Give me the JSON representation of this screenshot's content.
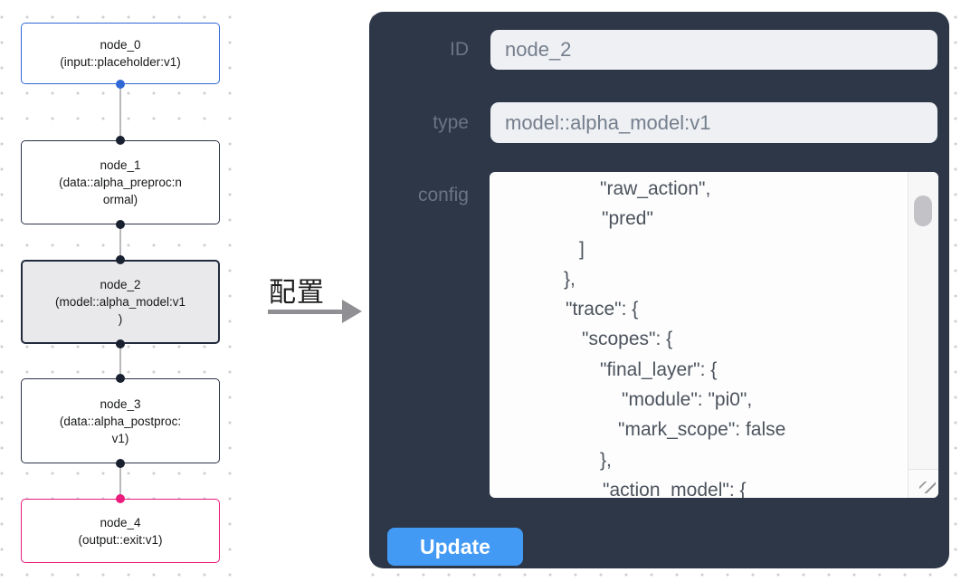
{
  "canvas": {
    "nodes": [
      {
        "id": "node_0",
        "title": "node_0",
        "subtitle_lines": [
          "(input::placeholder:v1)"
        ],
        "border_color": "#3069d6",
        "state": "normal"
      },
      {
        "id": "node_1",
        "title": "node_1",
        "subtitle_lines": [
          "(data::alpha_preproc:n",
          "ormal)"
        ],
        "border_color": "#2b3247",
        "state": "normal"
      },
      {
        "id": "node_2",
        "title": "node_2",
        "subtitle_lines": [
          "(model::alpha_model:v1",
          ")"
        ],
        "border_color": "#222b3d",
        "state": "selected"
      },
      {
        "id": "node_3",
        "title": "node_3",
        "subtitle_lines": [
          "(data::alpha_postproc:",
          "v1)"
        ],
        "border_color": "#2b3247",
        "state": "normal"
      },
      {
        "id": "node_4",
        "title": "node_4",
        "subtitle_lines": [
          "(output::exit:v1)"
        ],
        "border_color": "#ea1c7c",
        "state": "normal"
      }
    ],
    "edge_color": "#b9b9bd",
    "handle_color": "#19202f"
  },
  "annotation": {
    "label": "配置"
  },
  "panel": {
    "background_color": "#2d3748",
    "fields": [
      {
        "label": "ID",
        "value": "node_2"
      },
      {
        "label": "type",
        "value": "model::alpha_model:v1"
      }
    ],
    "config": {
      "label": "config",
      "lines": [
        {
          "text": "\"raw_action\",",
          "indent": 122
        },
        {
          "text": "\"pred\"",
          "indent": 124
        },
        {
          "text": "]",
          "indent": 99
        },
        {
          "text": "},",
          "indent": 82
        },
        {
          "text": "\"trace\": {",
          "indent": 84
        },
        {
          "text": "\"scopes\": {",
          "indent": 102
        },
        {
          "text": "\"final_layer\": {",
          "indent": 122
        },
        {
          "text": "\"module\": \"pi0\",",
          "indent": 146
        },
        {
          "text": "\"mark_scope\": false",
          "indent": 142
        },
        {
          "text": "},",
          "indent": 122
        },
        {
          "text": "\"action_model\": {",
          "indent": 125
        }
      ]
    },
    "update_label": "Update",
    "accent_color": "#429af5"
  }
}
